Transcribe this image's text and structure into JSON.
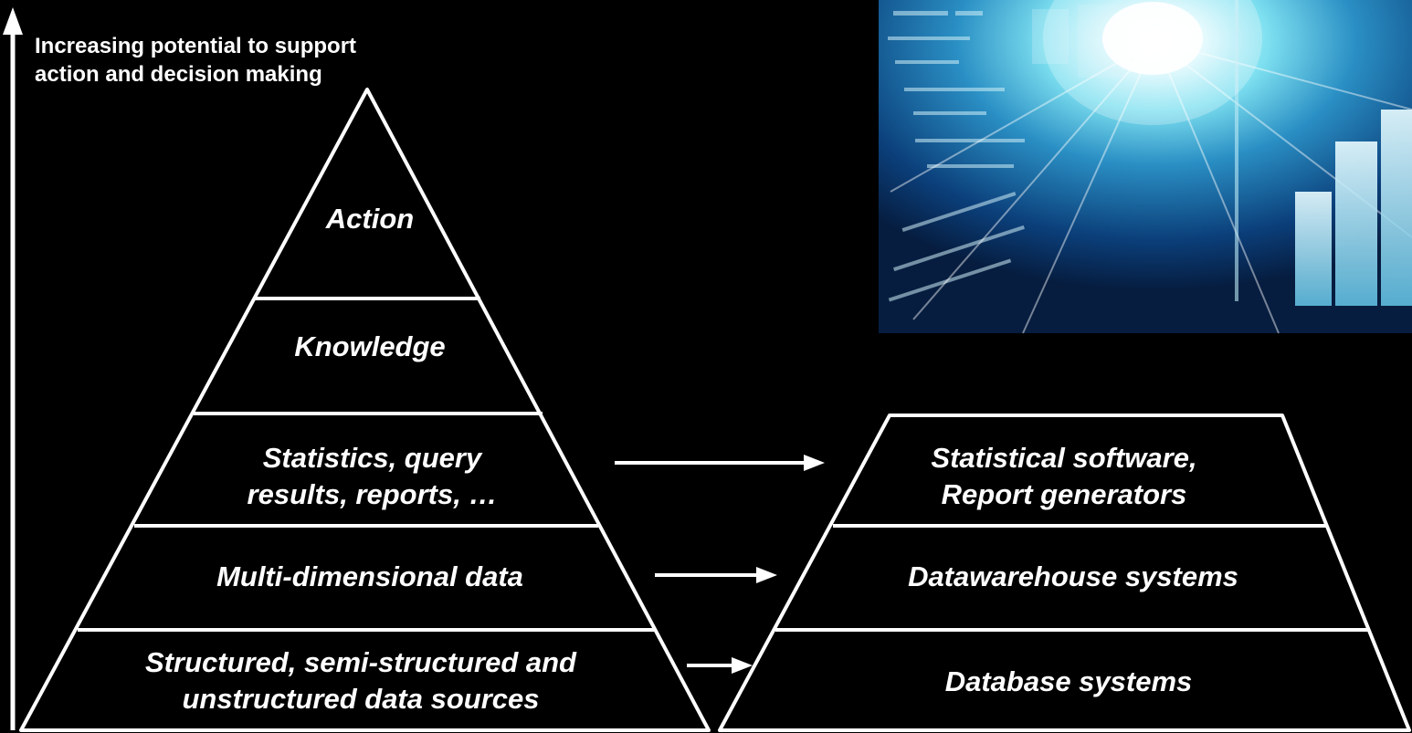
{
  "axis": {
    "caption": "Increasing potential to support action and decision making"
  },
  "pyramid": {
    "levels": [
      {
        "label": "Action"
      },
      {
        "label": "Knowledge"
      },
      {
        "label": "Statistics, query results, reports, …"
      },
      {
        "label": "Multi-dimensional data"
      },
      {
        "label": "Structured, semi-structured and unstructured data sources"
      }
    ]
  },
  "systems": {
    "levels": [
      {
        "label": "Statistical software, Report generators"
      },
      {
        "label": "Datawarehouse systems"
      },
      {
        "label": "Database systems"
      }
    ]
  },
  "colors": {
    "background": "#000000",
    "lines": "#ffffff",
    "image_accent": "#3fa8d8"
  },
  "image": {
    "subject": "analytics-chart-image"
  }
}
